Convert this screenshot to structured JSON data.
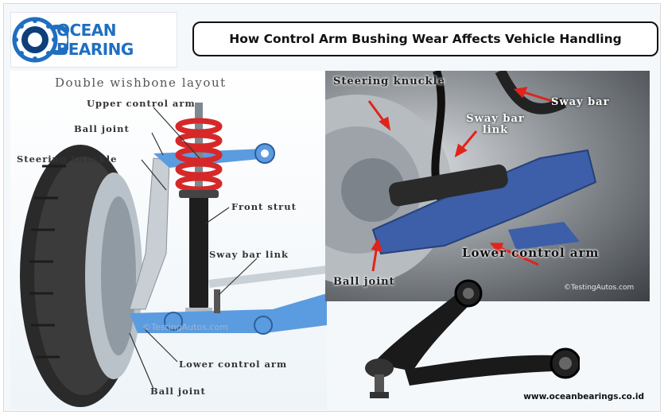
{
  "brand": {
    "name": "OCEAN BEARING",
    "colors": {
      "primary": "#1f6fc1",
      "dark": "#0e3f7a"
    }
  },
  "title": "How Control Arm Bushing Wear Affects Vehicle Handling",
  "left_diagram": {
    "heading": "Double wishbone layout",
    "labels": {
      "upper_control_arm": "Upper control arm",
      "ball_joint_top": "Ball joint",
      "steering_knuckle": "Steering knuckle",
      "front_strut": "Front strut",
      "sway_bar_link": "Sway bar link",
      "lower_control_arm": "Lower control arm",
      "ball_joint_bottom": "Ball joint"
    },
    "copyright": "©TestingAutos.com",
    "colors": {
      "arm": "#5b9be0",
      "spring": "#d62828"
    }
  },
  "right_photo": {
    "labels": {
      "steering_knuckle": "Steering knuckle",
      "sway_bar": "Sway bar",
      "sway_bar_link": "Sway bar link",
      "ball_joint": "Ball joint",
      "lower_control_arm": "Lower control arm"
    },
    "copyright": "©TestingAutos.com",
    "colors": {
      "arm": "#3d5ea8",
      "arrow": "#e0241b"
    }
  },
  "website": "www.oceanbearings.co.id"
}
